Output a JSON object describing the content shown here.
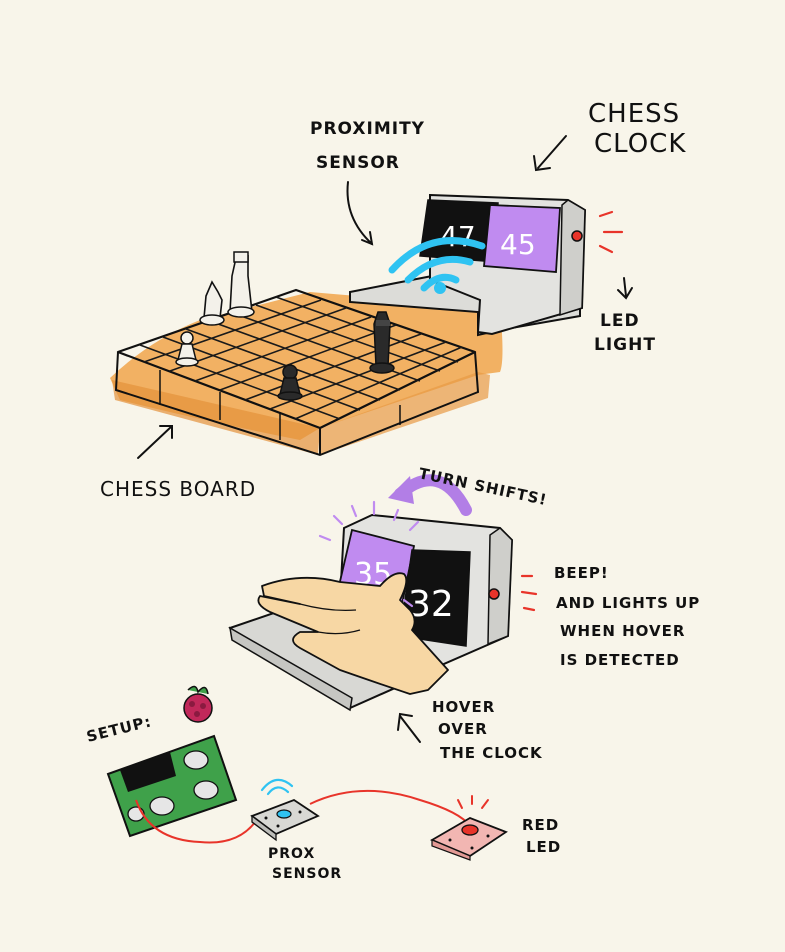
{
  "colors": {
    "background": "#f8f5ea",
    "board": "#f2b163",
    "board_dark": "#e4913a",
    "purple": "#c08bf0",
    "purple_arrow": "#b27ee6",
    "wifi_blue": "#2fc3f2",
    "led_red": "#e8342a",
    "pcb_green": "#3fa14a",
    "clock_body": "#e3e3e0",
    "hand_skin": "#f7d7a4",
    "wire_red": "#e8342a"
  },
  "labels": {
    "proximity_sensor": [
      "PROXIMITY",
      "SENSOR"
    ],
    "chess_clock": [
      "CHESS",
      "CLOCK"
    ],
    "led_light": [
      "LED",
      "LIGHT"
    ],
    "chess_board": "CHESS BOARD",
    "turn_shifts": "TURN SHIFTS!",
    "beep_lines": [
      "BEEP!",
      "AND LIGHTS UP",
      "WHEN HOVER",
      "IS DETECTED"
    ],
    "hover_lines": [
      "HOVER",
      "OVER",
      "THE CLOCK"
    ],
    "setup": "SETUP:",
    "prox_sensor": [
      "PROX",
      "SENSOR"
    ],
    "red_led": [
      "RED",
      "LED"
    ]
  },
  "clock_top": {
    "left_time": "47",
    "right_time": "45"
  },
  "clock_bottom": {
    "left_time": "35",
    "right_time": "32"
  },
  "icons": [
    "wifi-signal-icon",
    "raspberry-pi-icon",
    "led-glow-icon"
  ]
}
